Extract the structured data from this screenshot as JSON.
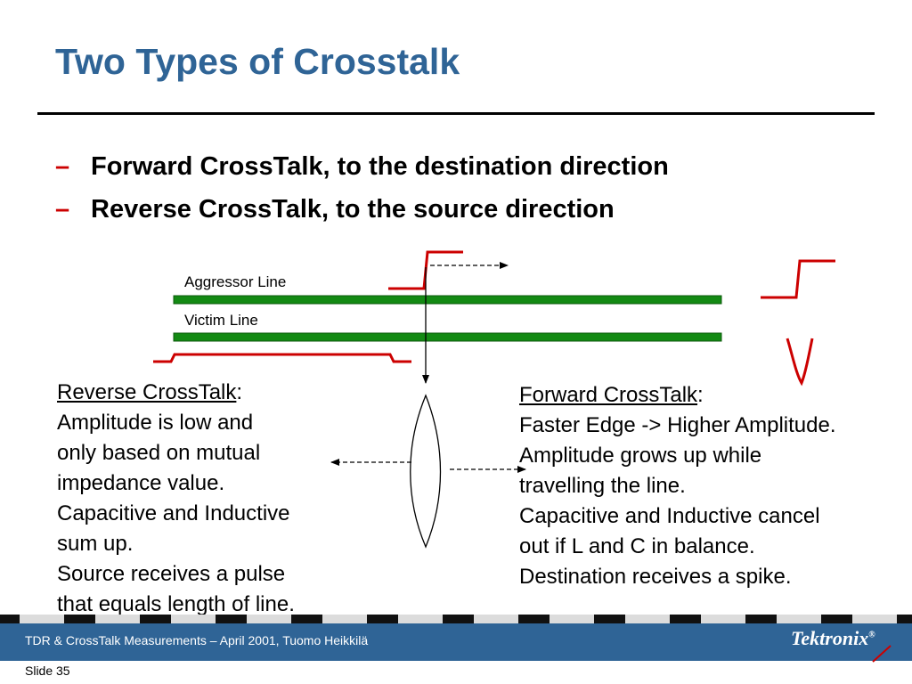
{
  "slide": {
    "title": "Two Types of Crosstalk",
    "bullets": [
      "Forward CrossTalk, to the destination direction",
      "Reverse CrossTalk, to the source direction"
    ],
    "bullet_marker": "–"
  },
  "diagram": {
    "aggressor_label": "Aggressor Line",
    "victim_label": "Victim Line",
    "line_color": "#138a13",
    "signal_color": "#cc0000"
  },
  "reverse": {
    "heading": "Reverse CrossTalk",
    "heading_suffix": ":",
    "lines": [
      "Amplitude is low and",
      "only based on mutual",
      "impedance value.",
      "Capacitive and Inductive",
      "sum up.",
      "Source receives a pulse",
      "that equals length of line."
    ]
  },
  "forward": {
    "heading": "Forward CrossTalk",
    "heading_suffix": ":",
    "lines": [
      "Faster Edge -> Higher Amplitude.",
      "Amplitude grows up while",
      "travelling the line.",
      "Capacitive and Inductive cancel",
      "out if L and C in balance.",
      "Destination receives a spike."
    ]
  },
  "footer": {
    "text": "TDR & CrossTalk Measurements – April 2001, Tuomo Heikkilä",
    "logo": "Tektronix",
    "logo_mark": "®",
    "slide_number": "Slide 35",
    "bar_color": "#2f6496"
  }
}
